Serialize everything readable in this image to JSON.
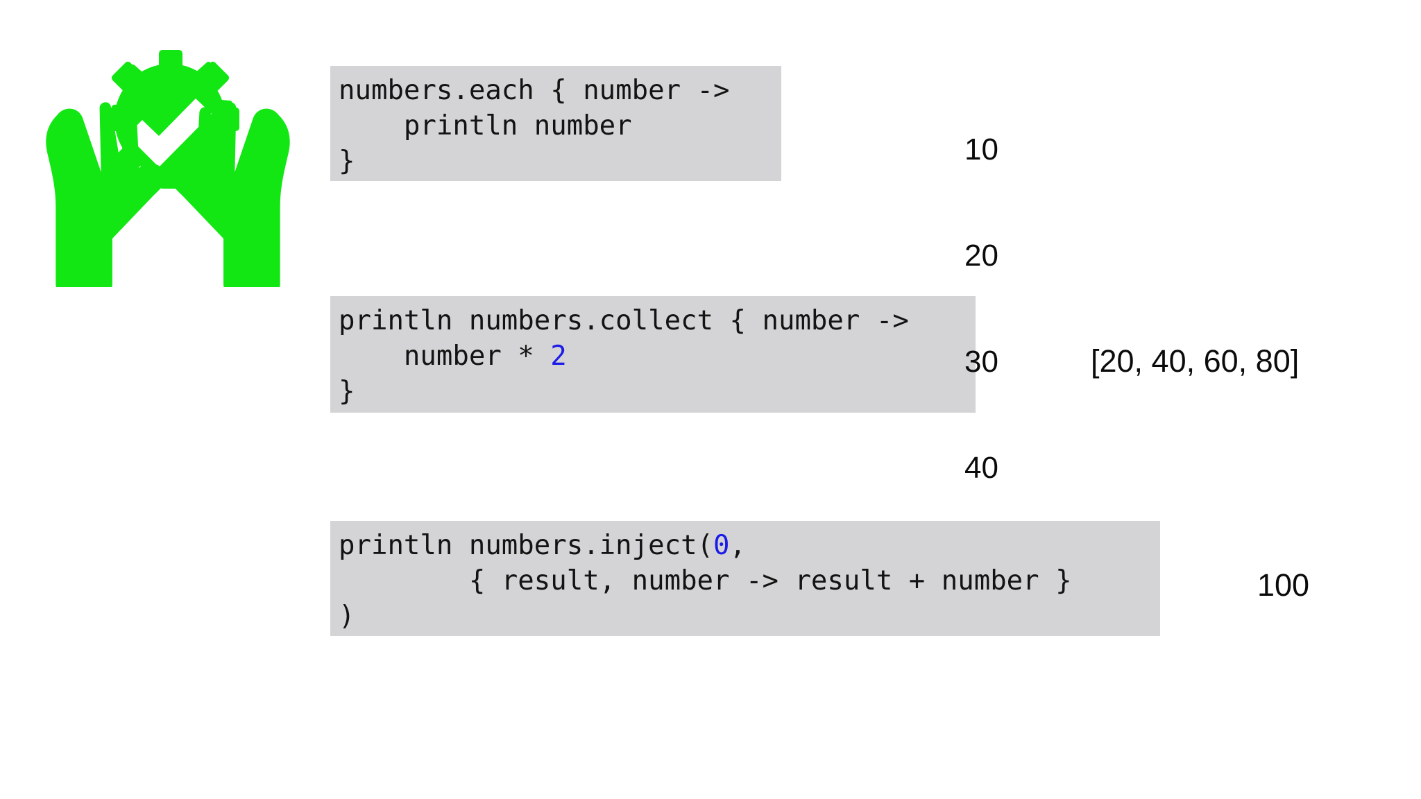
{
  "slide": {
    "background_color": "#ffffff",
    "accent_green": "#13e713",
    "code_bg_color": "#d4d3d5",
    "code_text_color": "#131313",
    "number_literal_color": "#1c1ce8"
  },
  "icon": {
    "name": "hands-holding-gear-check-icon",
    "label": "hands holding gear with checkmark",
    "color": "#13e713"
  },
  "code_blocks": [
    {
      "id": "each",
      "lines": [
        {
          "segments": [
            {
              "text": "numbers.each { number ->",
              "kind": "plain"
            }
          ]
        },
        {
          "segments": [
            {
              "text": "    println number",
              "kind": "plain"
            }
          ]
        },
        {
          "segments": [
            {
              "text": "}",
              "kind": "plain"
            }
          ]
        }
      ]
    },
    {
      "id": "collect",
      "lines": [
        {
          "segments": [
            {
              "text": "println numbers.collect { number ->",
              "kind": "plain"
            }
          ]
        },
        {
          "segments": [
            {
              "text": "    number * ",
              "kind": "plain"
            },
            {
              "text": "2",
              "kind": "number"
            }
          ]
        },
        {
          "segments": [
            {
              "text": "}",
              "kind": "plain"
            }
          ]
        }
      ]
    },
    {
      "id": "inject",
      "lines": [
        {
          "segments": [
            {
              "text": "println numbers.inject(",
              "kind": "plain"
            },
            {
              "text": "0",
              "kind": "number"
            },
            {
              "text": ",",
              "kind": "plain"
            }
          ]
        },
        {
          "segments": [
            {
              "text": "        { result, number -> result + number }",
              "kind": "plain"
            }
          ]
        },
        {
          "segments": [
            {
              "text": ")",
              "kind": "plain"
            }
          ]
        }
      ]
    }
  ],
  "outputs": {
    "each": {
      "lines": [
        "10",
        "20",
        "30",
        "40"
      ]
    },
    "collect": {
      "value": "[20, 40, 60, 80]"
    },
    "inject": {
      "value": "100"
    }
  }
}
